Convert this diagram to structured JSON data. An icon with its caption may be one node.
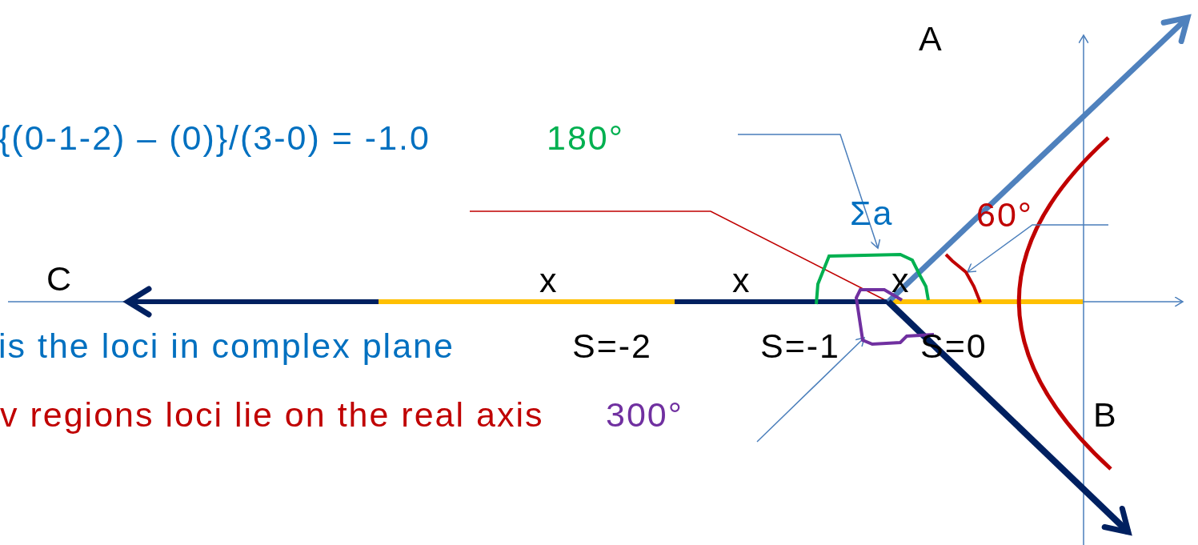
{
  "diagram": {
    "labels": [
      "A",
      "{(0-1-2) – (0)}/(3-0)  = -1.0",
      "180°",
      "Σa",
      "60°",
      "C",
      "x",
      "x",
      "x",
      "is the loci in complex plane",
      "S=-2",
      "S=-1",
      "S=0",
      "v regions loci lie on the real axis",
      "300°",
      "B"
    ]
  }
}
